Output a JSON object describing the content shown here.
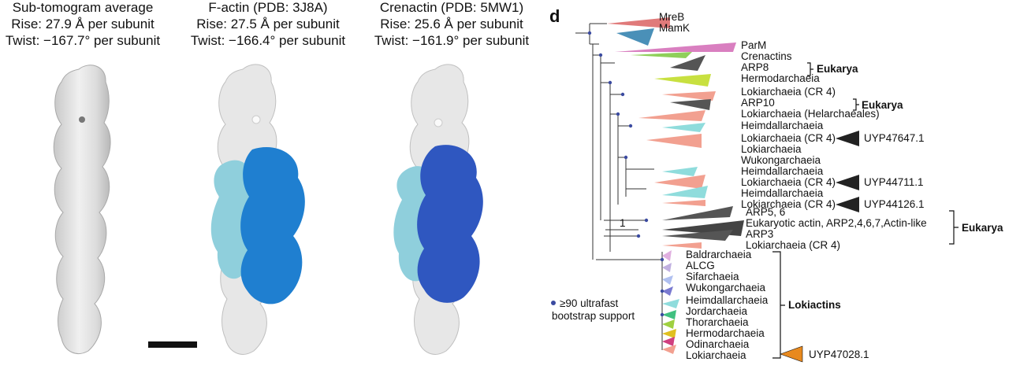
{
  "panel_c": {
    "columns": [
      {
        "title": "Sub-tomogram average",
        "rise": "Rise: 27.9 Å per subunit",
        "twist": "Twist: −167.7° per subunit"
      },
      {
        "title": "F-actin (PDB: 3J8A)",
        "rise": "Rise: 27.5 Å per subunit",
        "twist": "Twist: −166.4° per subunit"
      },
      {
        "title": "Crenactin (PDB: 5MW1)",
        "rise": "Rise: 25.6 Å per subunit",
        "twist": "Twist: −161.9° per subunit"
      }
    ]
  },
  "panel_d": {
    "letter": "d",
    "scale_label": "1",
    "legend_text_1": "≥90 ultrafast",
    "legend_text_2": "bootstrap support",
    "taxa": [
      "MreB",
      "MamK",
      "ParM",
      "Crenactins",
      "ARP8",
      "Hermodarchaeia",
      "Lokiarchaeia (CR 4)",
      "ARP10",
      "Lokiarchaeia (Helarchaeales)",
      "Heimdallarchaeia",
      "Lokiarchaeia (CR 4)",
      "Lokiarchaeia",
      "Wukongarchaeia",
      "Heimdallarchaeia",
      "Lokiarchaeia (CR 4)",
      "Heimdallarchaeia",
      "Lokiarchaeia (CR 4)",
      "ARP5, 6",
      "Eukaryotic actin, ARP2,4,6,7,Actin-like",
      "ARP3",
      "Lokiarchaeia (CR 4)",
      "Baldrarchaeia",
      "ALCG",
      "Sifarchaeia",
      "Wukongarchaeia",
      "Heimdallarchaeia",
      "Jordarchaeia",
      "Thorarchaeia",
      "Hermodarchaeia",
      "Odinarchaeia",
      "Lokiarchaeia"
    ],
    "groups": {
      "eukarya_1": "Eukarya",
      "eukarya_2": "Eukarya",
      "eukarya_3": "Eukarya",
      "lokiactins": "Lokiactins"
    },
    "markers": [
      "UYP47647.1",
      "UYP44711.1",
      "UYP44126.1",
      "UYP47028.1"
    ],
    "colors": {
      "factin": "#1f7fd0",
      "factin_light": "#8fd0de",
      "crenactin": "#2f57c0",
      "bootstrap_dot": "#3a4aa0",
      "marker_dark": "#222222",
      "marker_orange": "#e8891e"
    }
  }
}
